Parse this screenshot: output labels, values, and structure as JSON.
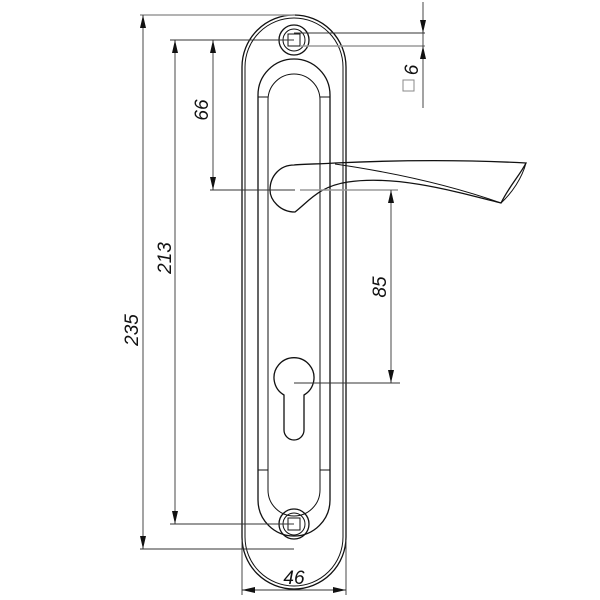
{
  "drawing": {
    "subject": "door handle on backplate with euro-profile cylinder cutout",
    "units": "mm",
    "dimensions": {
      "overall_height": "235",
      "screw_spacing": "213",
      "top_screw_to_handle_axis": "66",
      "handle_axis_to_cylinder_center": "85",
      "plate_width": "46",
      "square_spindle": "6",
      "square_symbol": "□"
    }
  }
}
